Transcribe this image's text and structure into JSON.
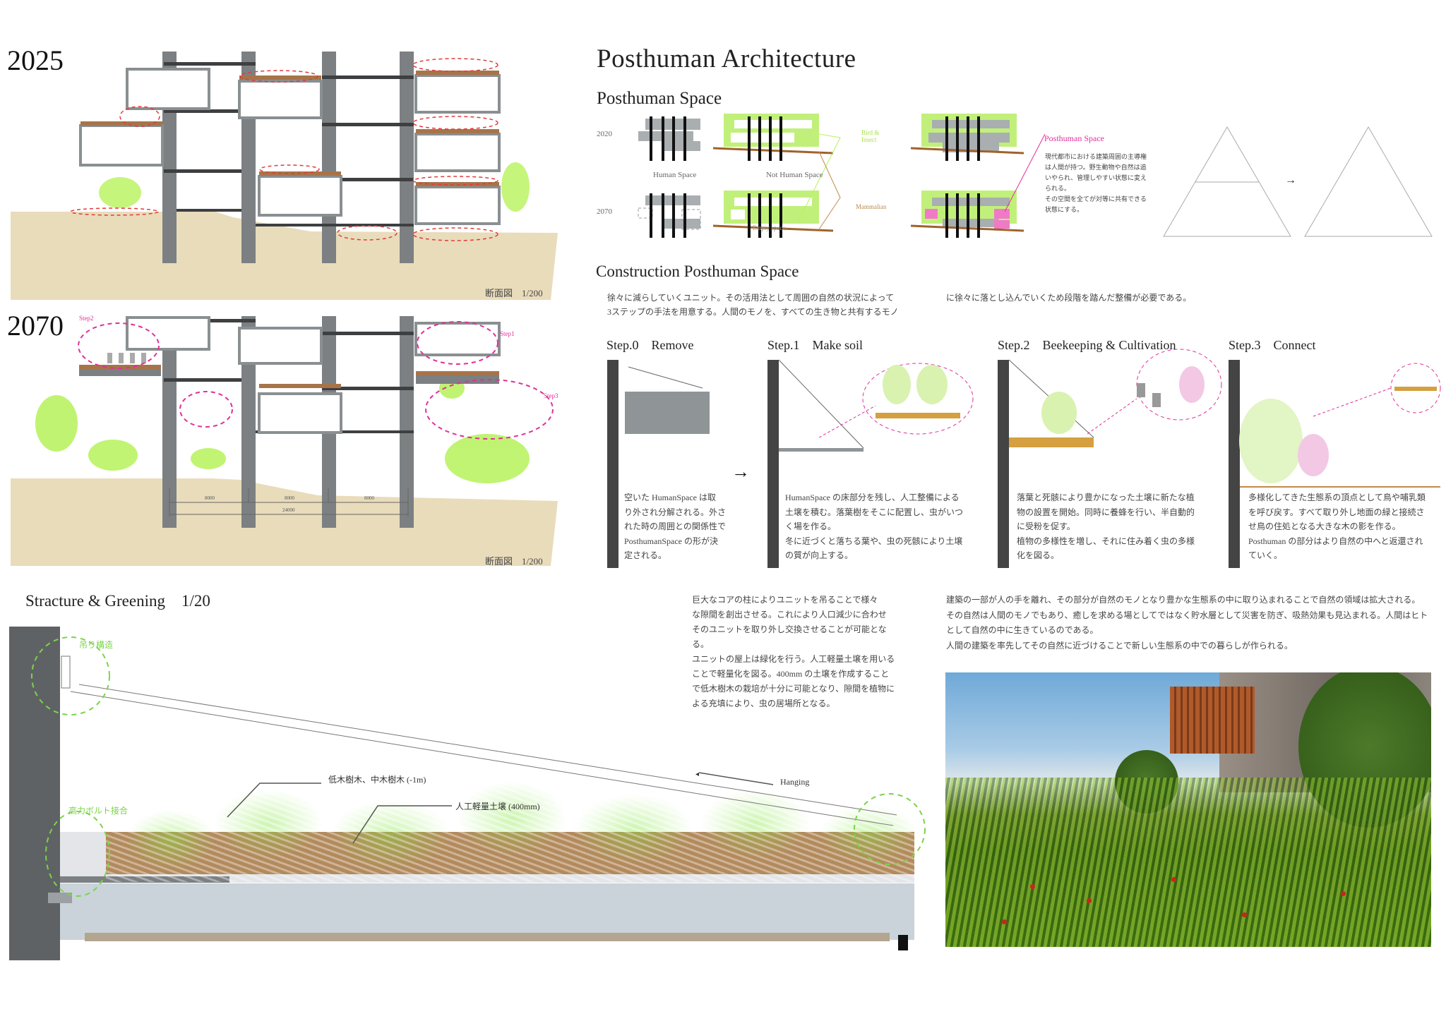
{
  "sections": {
    "s2025": {
      "year": "2025",
      "scale": "断面図　1/200"
    },
    "s2070": {
      "year": "2070",
      "scale": "断面図　1/200",
      "labels": [
        "Step2",
        "Step1",
        "Step3"
      ],
      "dims": [
        "8000",
        "8000",
        "8000",
        "24000"
      ]
    }
  },
  "title": "Posthuman Architecture",
  "posthuman_space": {
    "heading": "Posthuman Space",
    "years": [
      "2020",
      "2070"
    ],
    "captions": {
      "human": "Human Space",
      "not_human": "Not Human Space"
    },
    "annotations": {
      "bird": "Bird & Insect",
      "mammalian": "Mammalian",
      "empty": "Empty space",
      "posthuman": "Posthuman Space"
    },
    "description": "現代都市における建築周囲の主導権\nは人間が持つ。野生動物や自然は追\nいやられ、管理しやすい状態に変え\nられる。\nその空間を全てが対等に共有できる\n状態にする。"
  },
  "construction": {
    "heading": "Construction Posthuman Space",
    "intro_left": "徐々に減らしていくユニット。その活用法として周囲の自然の状況によって\n3ステップの手法を用意する。人間のモノを、すべての生き物と共有するモノ",
    "intro_right": "に徐々に落とし込んでいくため段階を踏んだ整備が必要である。",
    "steps": [
      {
        "label": "Step.0　Remove",
        "text": "空いた HumanSpace は取\nり外され分解される。外さ\nれた時の周囲との関係性で\nPosthumanSpace の形が決\n定される。"
      },
      {
        "label": "Step.1　Make soil",
        "text": "HumanSpace の床部分を残し、人工整備による\n土壌を積む。落葉樹をそこに配置し、虫がいつ\nく場を作る。\n冬に近づくと落ちる葉や、虫の死骸により土壌\nの質が向上する。"
      },
      {
        "label": "Step.2　Beekeeping & Cultivation",
        "text": "落葉と死骸により豊かになった土壌に新たな植\n物の設置を開始。同時に養蜂を行い、半自動的\nに受粉を促す。\n植物の多様性を増し、それに住み着く虫の多様\n化を図る。"
      },
      {
        "label": "Step.3　Connect",
        "text": "多様化してきた生態系の頂点として鳥や哺乳類\nを呼び戻す。すべて取り外し地面の緑と接続さ\nせ鳥の住処となる大きな木の影を作る。\nPosthuman の部分はより自然の中へと返還され\nていく。"
      }
    ]
  },
  "detail": {
    "heading": "Stracture & Greening　1/20",
    "labels": {
      "hanging_structure": "吊り構造",
      "bolt": "高力ボルト接合",
      "trees": "低木樹木、中木樹木 (-1m)",
      "soil": "人工軽量土壌 (400mm)",
      "hanging": "Hanging"
    },
    "text_mid": "巨大なコアの柱によりユニットを吊ることで様々\nな隙間を創出させる。これにより人口減少に合わせ\nそのユニットを取り外し交換させることが可能とな\nる。\nユニットの屋上は緑化を行う。人工軽量土壌を用いる\nことで軽量化を図る。400mm の土壌を作成すること\nで低木樹木の栽培が十分に可能となり、隙間を植物に\nよる充填により、虫の居場所となる。",
    "text_right": "建築の一部が人の手を離れ、その部分が自然のモノとなり豊かな生態系の中に取り込まれることで自然の領域は拡大される。\nその自然は人間のモノでもあり、癒しを求める場としてではなく貯水層として災害を防ぎ、吸熱効果も見込まれる。人間はヒト\nとして自然の中に生きているのである。\n人間の建築を率先してその自然に近づけることで新しい生態系の中での暮らしが作られる。"
  },
  "colors": {
    "green": "#b6f25a",
    "magenta": "#e0309a",
    "soil": "#b38a5c",
    "ground": "#e9dcbb",
    "column": "#7c8082",
    "red_dash": "#e23b3b"
  }
}
